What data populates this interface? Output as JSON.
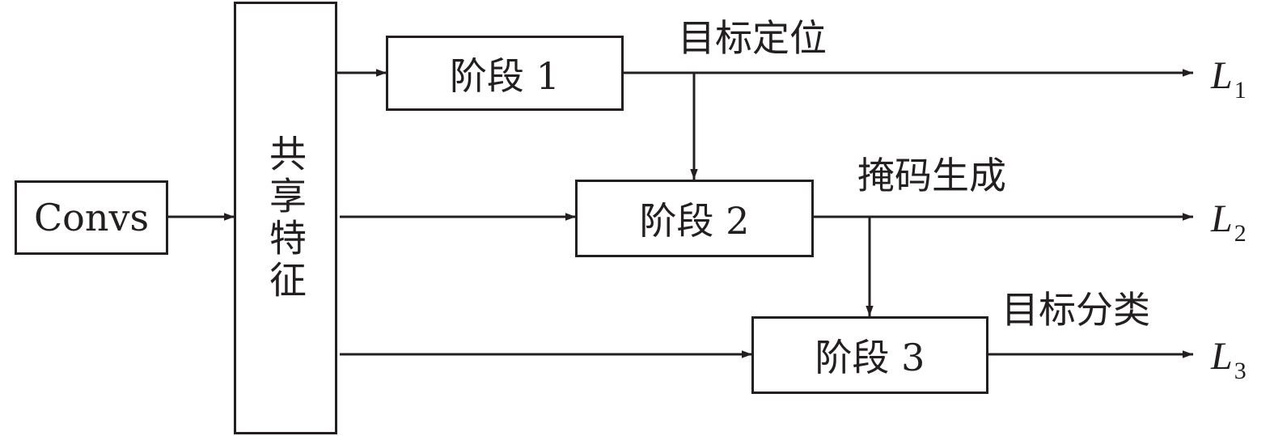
{
  "nodes": {
    "convs": "Convs",
    "shared_features": "共享特征",
    "stage1": "阶段 1",
    "stage2": "阶段 2",
    "stage3": "阶段 3"
  },
  "branch_labels": {
    "localization": "目标定位",
    "mask": "掩码生成",
    "classification": "目标分类"
  },
  "outputs": [
    {
      "symbol": "L",
      "index": "1"
    },
    {
      "symbol": "L",
      "index": "2"
    },
    {
      "symbol": "L",
      "index": "3"
    }
  ],
  "colors": {
    "stroke": "#231f20",
    "background": "#ffffff"
  }
}
